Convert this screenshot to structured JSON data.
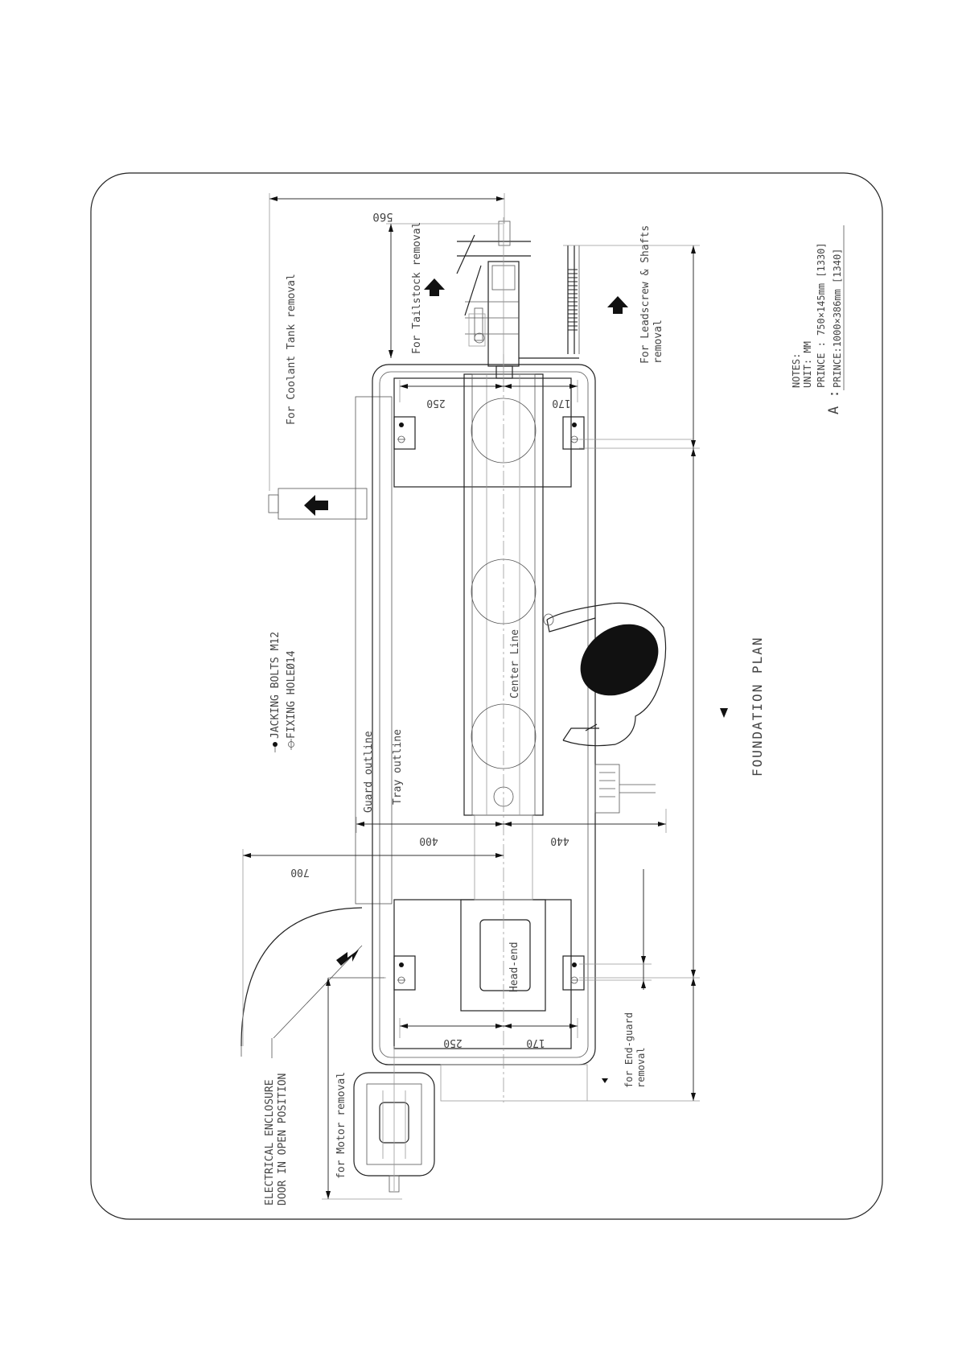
{
  "drawing": {
    "title": "FOUNDATION PLAN",
    "legend": {
      "jacking_bolts": "JACKING BOLTS M12",
      "fixing_hole": "FIXING HOLEØ14"
    },
    "labels": {
      "coolant_tank": "For Coolant Tank removal",
      "tailstock": "For Tailstock removal",
      "leadscrew_line1": "For Leadscrew & Shafts",
      "leadscrew_line2": "removal",
      "guard_outline": "Guard outline",
      "tray_outline": "Tray outline",
      "center_line": "Center Line",
      "head_end": "Head-end",
      "electrical_line1": "ELECTRICAL ENCLOSURE",
      "electrical_line2": "DOOR IN OPEN POSITION",
      "motor_removal": "for Motor removal",
      "end_guard_line1": "for End-guard",
      "end_guard_line2": "removal"
    },
    "dimensions": {
      "d560": "560",
      "d250_top": "250",
      "d170_top": "170",
      "d400": "400",
      "d440": "440",
      "d700": "700",
      "d250_bottom": "250",
      "d170_bottom": "170"
    },
    "notes": {
      "heading": "NOTES:",
      "unit": "UNIT: MM",
      "a_label": "A :",
      "prince1": "PRINCE : 750×145mm [1330]",
      "prince2": "PRINCE:1000×386mm [1340]"
    },
    "colors": {
      "line": "#222222",
      "fill_black": "#111111",
      "background": "#ffffff"
    }
  }
}
